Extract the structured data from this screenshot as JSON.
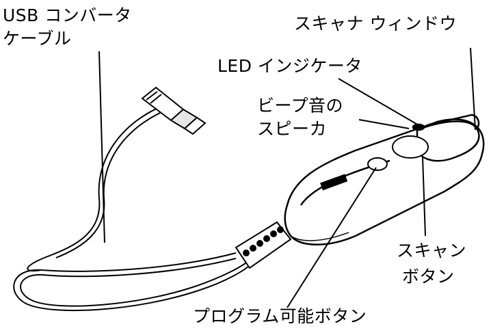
{
  "labels": {
    "usb_cable_line1": "USB コンバータ",
    "usb_cable_line2": "ケーブル",
    "scanner_window": "スキャナ ウィンドウ",
    "led_indicator": "LED インジケータ",
    "beeper_line1": "ビープ音の",
    "beeper_line2": "スピーカ",
    "scan_button_line1": "スキャン",
    "scan_button_line2": "ボタン",
    "programmable_button": "プログラム可能ボタン"
  },
  "colors": {
    "stroke": "#000000",
    "body_fill": "#ffffff",
    "shade": "#e6e6e6"
  }
}
